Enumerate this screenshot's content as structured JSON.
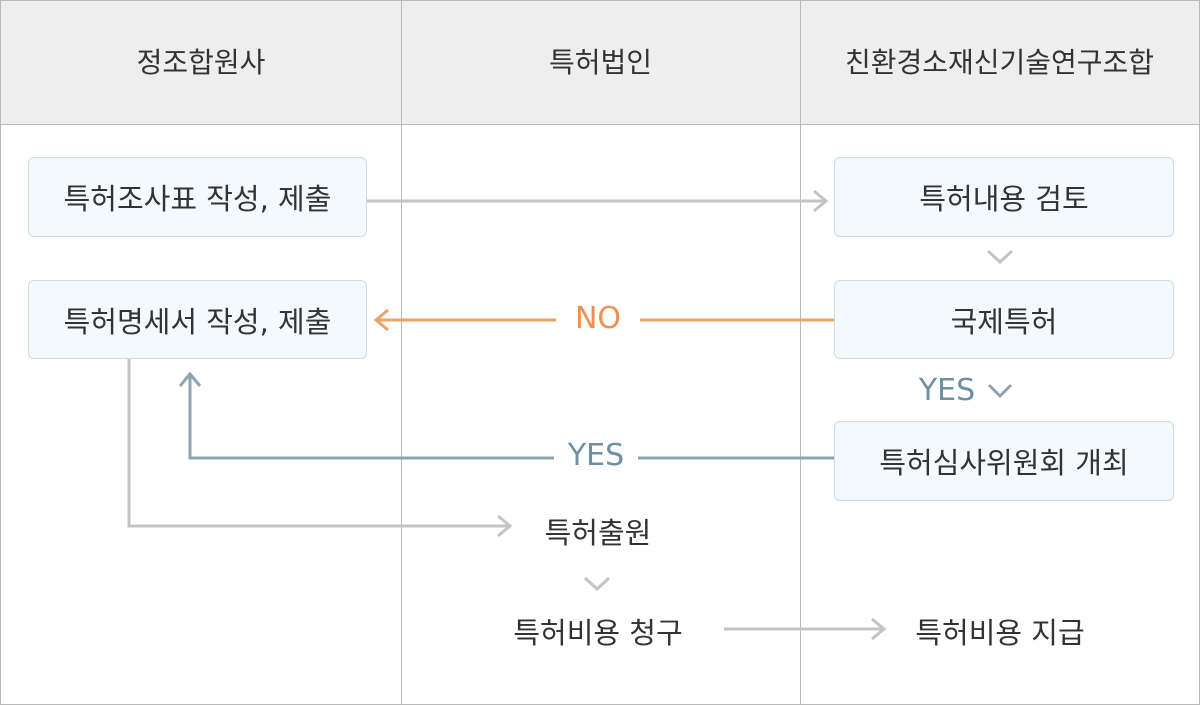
{
  "columns": [
    "정조합원사",
    "특허법인",
    "친환경소재신기술연구조합"
  ],
  "boxes": {
    "survey": "특허조사표 작성, 제출",
    "spec": "특허명세서 작성, 제출",
    "review": "특허내용 검토",
    "intl": "국제특허",
    "committee": "특허심사위원회 개최"
  },
  "plain": {
    "filing": "특허출원",
    "billing": "특허비용 청구",
    "payment": "특허비용 지급"
  },
  "labels": {
    "no": "NO",
    "yes_arrow": "YES",
    "yes_down": "YES"
  },
  "colors": {
    "gray_arrow": "#c4c4c4",
    "no_color": "#e8a563",
    "no_text": "#ef8f52",
    "yes_color": "#8ea4b1",
    "yes_text": "#6f8fa5"
  }
}
